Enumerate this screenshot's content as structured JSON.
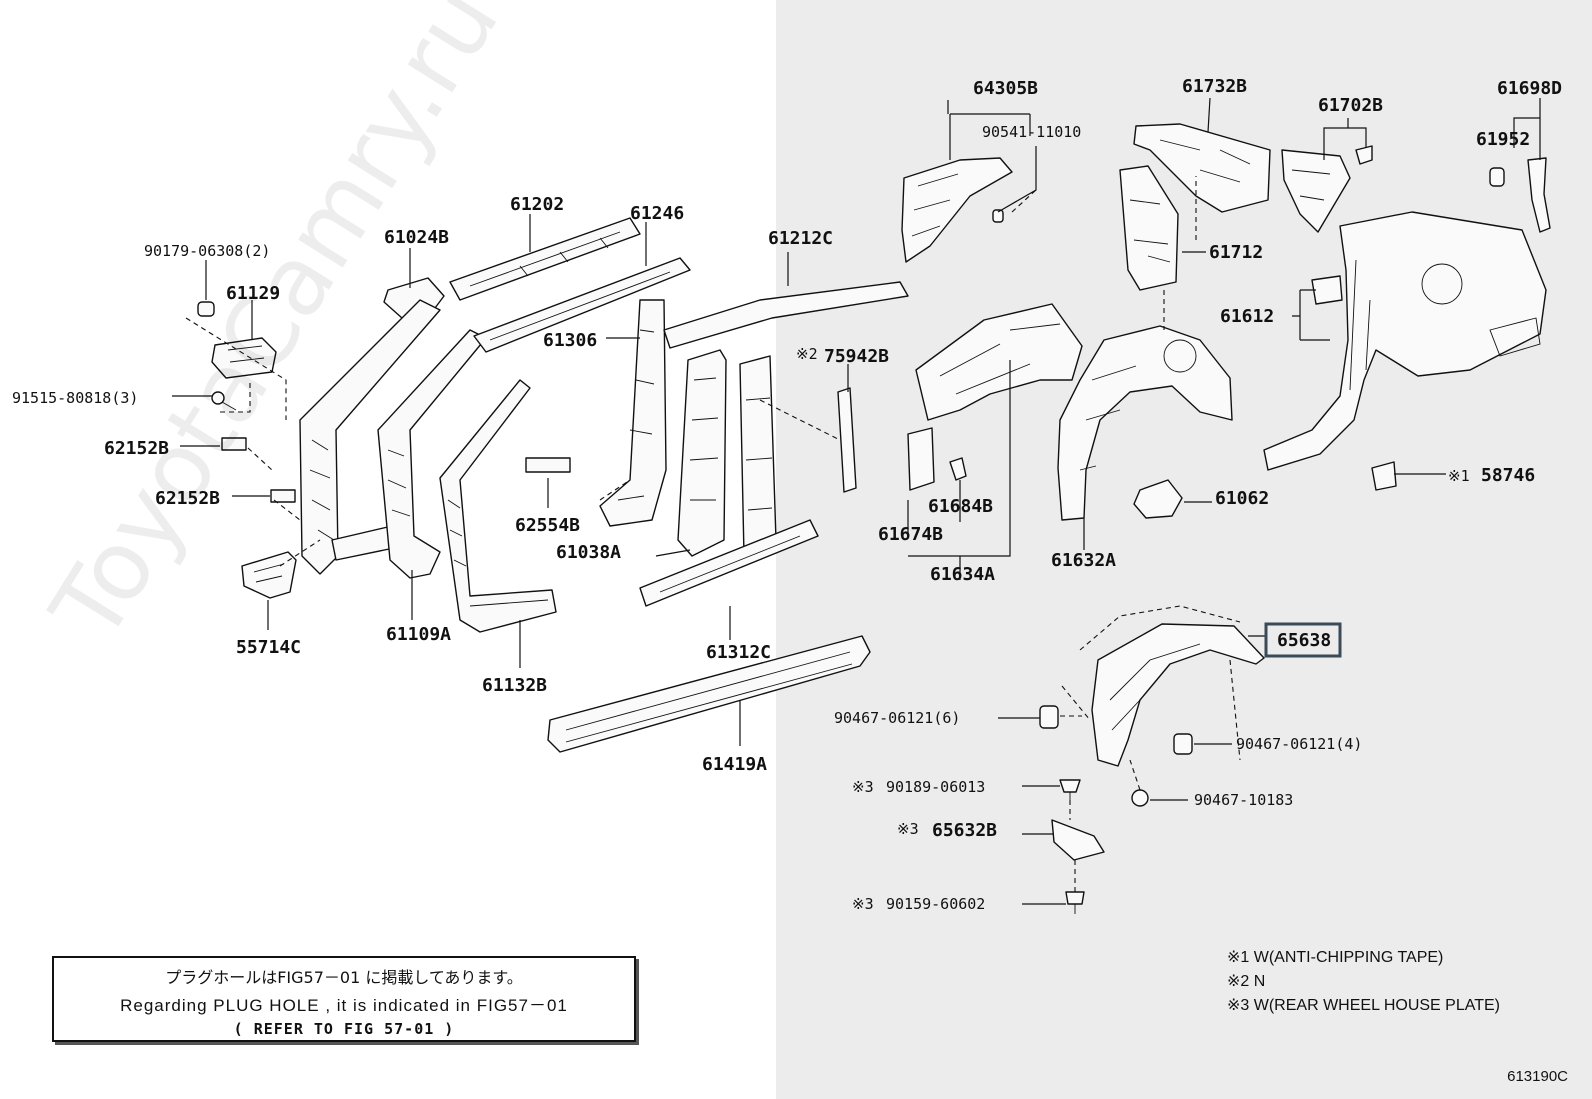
{
  "colors": {
    "right_panel_bg": "#ececec",
    "line": "#111111",
    "highlight_box": "#3a4a57"
  },
  "watermark": "ToyotaCamry.ru",
  "labels": {
    "p64305B": "64305B",
    "p90541_11010": "90541-11010",
    "p61732B": "61732B",
    "p61702B": "61702B",
    "p61698D": "61698D",
    "p61952": "61952",
    "p61202": "61202",
    "p61246": "61246",
    "p61212C": "61212C",
    "p61024B": "61024B",
    "p90179_06308": "90179-06308(2)",
    "p61129": "61129",
    "p61712": "61712",
    "p61612": "61612",
    "p61306": "61306",
    "p75942B": "75942B",
    "p91515_80818": "91515-80818(3)",
    "p62152B_a": "62152B",
    "p62152B_b": "62152B",
    "p62554B": "62554B",
    "p61038A": "61038A",
    "p61684B": "61684B",
    "p61674B": "61674B",
    "p61634A": "61634A",
    "p61632A": "61632A",
    "p61062": "61062",
    "p58746": "58746",
    "p55714C": "55714C",
    "p61109A": "61109A",
    "p61312C": "61312C",
    "p61132B": "61132B",
    "p65638": "65638",
    "p90467_06121_6": "90467-06121(6)",
    "p90467_06121_4": "90467-06121(4)",
    "p90189_06013": "90189-06013",
    "p90467_10183": "90467-10183",
    "p65632B": "65632B",
    "p90159_60602": "90159-60602",
    "p61419A": "61419A"
  },
  "marks": {
    "m75942B": "※2",
    "m58746": "※1",
    "m90189": "※3",
    "m65632B": "※3",
    "m90159": "※3"
  },
  "note": {
    "line1": "プラグホールはFIG57－01 に掲載してあります。",
    "line2": "Regarding  PLUG  HOLE , it  is  indicated  in  FIG57－01",
    "line3": "(    REFER TO FIG 57-01  )"
  },
  "legend": [
    "※1 W(ANTI-CHIPPING TAPE)",
    "※2 N",
    "※3 W(REAR WHEEL HOUSE PLATE)"
  ],
  "diagram_code": "613190C"
}
